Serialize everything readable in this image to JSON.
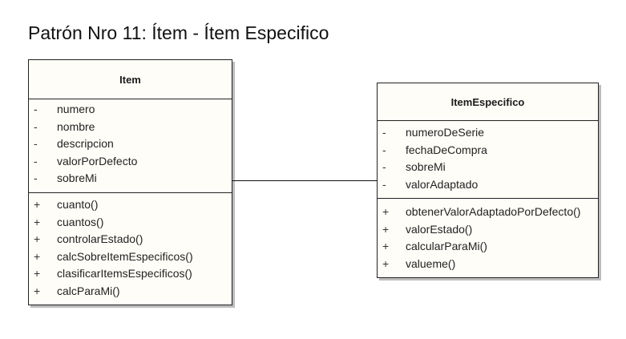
{
  "title": "Patrón Nro 11: Ítem - Ítem Especifico",
  "classes": {
    "item": {
      "name": "Item",
      "attributes": [
        {
          "vis": "-",
          "name": "numero"
        },
        {
          "vis": "-",
          "name": "nombre"
        },
        {
          "vis": "-",
          "name": "descripcion"
        },
        {
          "vis": "-",
          "name": "valorPorDefecto"
        },
        {
          "vis": "-",
          "name": "sobreMi"
        }
      ],
      "operations": [
        {
          "vis": "+",
          "name": "cuanto()"
        },
        {
          "vis": "+",
          "name": "cuantos()"
        },
        {
          "vis": "+",
          "name": "controlarEstado()"
        },
        {
          "vis": "+",
          "name": "calcSobreItemEspecificos()"
        },
        {
          "vis": "+",
          "name": "clasificarItemsEspecificos()"
        },
        {
          "vis": "+",
          "name": "calcParaMi()"
        }
      ]
    },
    "item_especifico": {
      "name": "ItemEspecifico",
      "attributes": [
        {
          "vis": "-",
          "name": "numeroDeSerie"
        },
        {
          "vis": "-",
          "name": "fechaDeCompra"
        },
        {
          "vis": "-",
          "name": "sobreMi"
        },
        {
          "vis": "-",
          "name": "valorAdaptado"
        }
      ],
      "operations": [
        {
          "vis": "+",
          "name": "obtenerValorAdaptadoPorDefecto()"
        },
        {
          "vis": "+",
          "name": "valorEstado()"
        },
        {
          "vis": "+",
          "name": "calcularParaMi()"
        },
        {
          "vis": "+",
          "name": "valueme()"
        }
      ]
    }
  },
  "colors": {
    "class_fill": "#fffdf7",
    "border": "#222222",
    "shadow": "#bcbcbc"
  }
}
